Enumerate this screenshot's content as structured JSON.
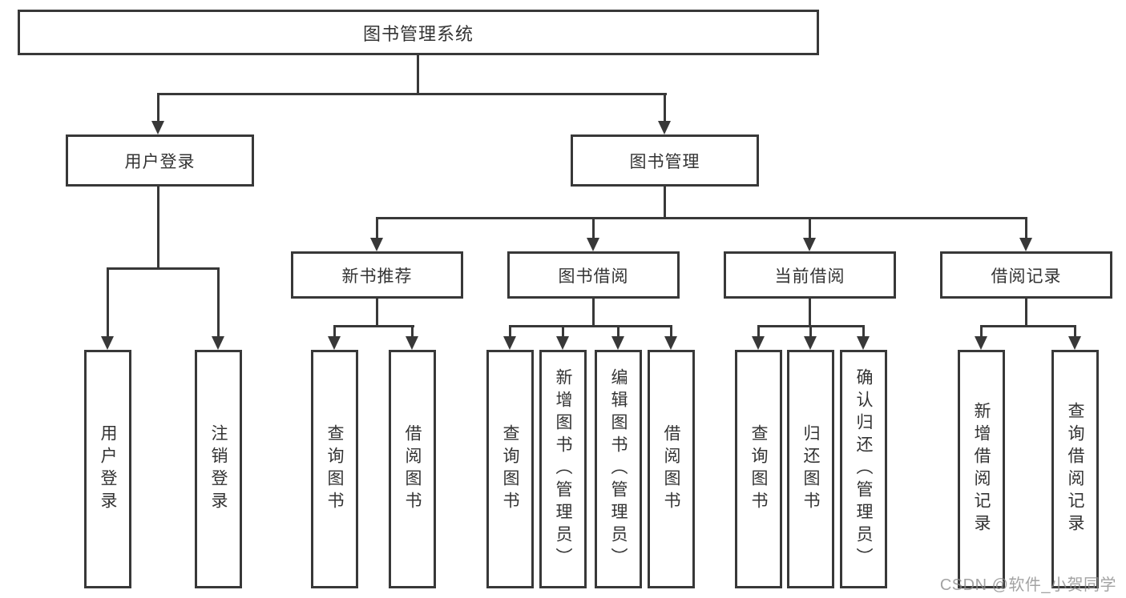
{
  "diagram": {
    "title_node": {
      "label": "图书管理系统"
    },
    "level2": {
      "user_login": {
        "label": "用户登录"
      },
      "book_management": {
        "label": "图书管理"
      }
    },
    "level3": {
      "new_book_recommend": {
        "label": "新书推荐"
      },
      "book_borrow": {
        "label": "图书借阅"
      },
      "current_borrow": {
        "label": "当前借阅"
      },
      "borrow_records": {
        "label": "借阅记录"
      }
    },
    "leaves": {
      "user_login": [
        "用户登录",
        "注销登录"
      ],
      "new_book_recommend": [
        "查询图书",
        "借阅图书"
      ],
      "book_borrow": [
        "查询图书",
        "新增图书（管理员）",
        "编辑图书（管理员）",
        "借阅图书"
      ],
      "current_borrow": [
        "查询图书",
        "归还图书",
        "确认归还（管理员）"
      ],
      "borrow_records": [
        "新增借阅记录",
        "查询借阅记录"
      ]
    }
  },
  "watermark": "CSDN @软件_小贺同学",
  "colors": {
    "line": "#383838",
    "text": "#333333",
    "background": "#ffffff",
    "watermark": "#8c8c8c"
  }
}
